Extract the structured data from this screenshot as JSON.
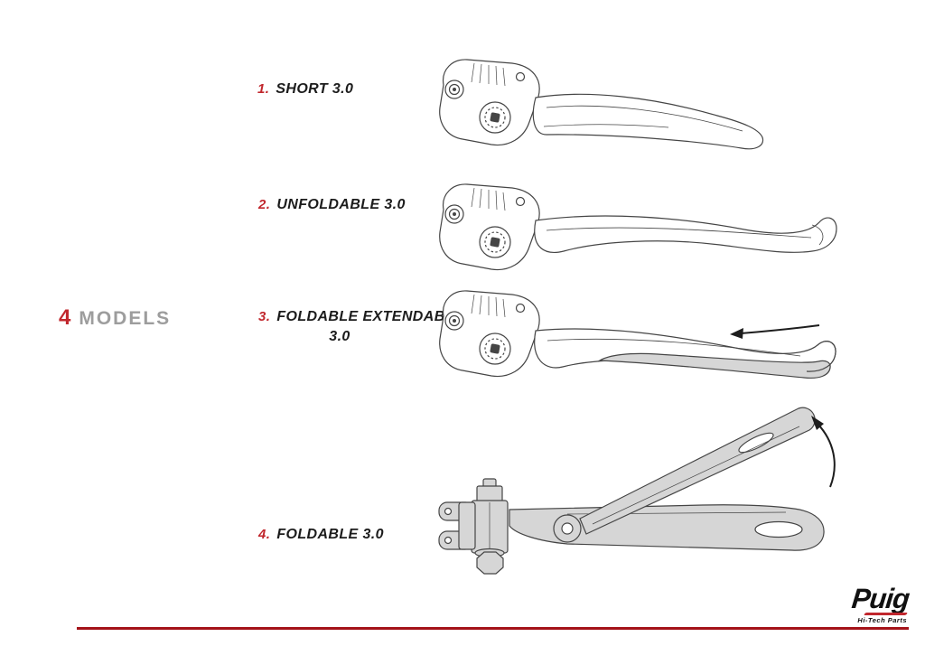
{
  "page": {
    "heading": {
      "number": "4",
      "word": "MODELS"
    },
    "models": [
      {
        "number": "1.",
        "line1": "SHORT 3.0"
      },
      {
        "number": "2.",
        "line1": "UNFOLDABLE 3.0"
      },
      {
        "number": "3.",
        "line1": "FOLDABLE EXTENDABLE",
        "line2": "3.0"
      },
      {
        "number": "4.",
        "line1": "FOLDABLE 3.0"
      }
    ],
    "brand": {
      "name": "Puig",
      "tagline": "Hi-Tech Parts"
    },
    "colors": {
      "accent_red": "#c1272d",
      "heading_gray": "#9d9d9d",
      "footer_line_red": "#a41319",
      "drawing_stroke": "#454545",
      "shade_gray": "#d6d6d6"
    },
    "icons": {
      "extend_arrow": "←",
      "fold_arrow": "⤴"
    }
  }
}
